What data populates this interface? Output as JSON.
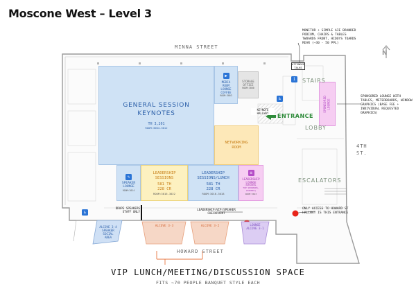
{
  "title": "Moscone West – Level 3",
  "streets": {
    "north": "MINNA STREET",
    "south": "HOWARD STREET",
    "east": "4TH ST."
  },
  "north_arrow": "N",
  "notes": {
    "monitor": "MONITOR + SIMPLE AIE BRANDED PODIUM, CHAIRS & TABLES TWOARDS FRONT, HIDOYS TOARDS REAR (~30 - 50 PPL)",
    "attendee_talks": "ATTENDEE TALKS",
    "sponsored_lounge_note": "SPONSORED LOUNGE WITH TABLES, METERBOARDS, WINDOW GRAPHICS (BASE FEE + INDIVIDUAL REQUESTED GRAPHICS)",
    "howard_access": "ONLY ACCESS TO HOWARD ST HALLWAY IS THIS ENTRANCE",
    "drape": "DRAPE SPEAKERS STAFF ONLY",
    "checkpoint": "LEADERSHIP/VIP/SPEAKER CHECKPOINT",
    "keynote_hallway": "KEYNOTE HALLWAY"
  },
  "rooms": {
    "general": {
      "name": "GENERAL SESSION\nKEYNOTES",
      "cap": "TH 3,201",
      "room": "ROOM:3004-3012"
    },
    "media": {
      "name": "MEDIA\nROOM",
      "sub": "LOUNGE\nCOFFEE",
      "room": "ROOM:3003"
    },
    "storage": {
      "name": "STORAGE\nOFFICE",
      "room": "ROOM:3000"
    },
    "networking": {
      "name": "NETWORKING\nROOM"
    },
    "speaker_lounge": {
      "name": "SPEAKER\nLOUNGE",
      "room": "ROOM:3014"
    },
    "leadership": {
      "name": "LEADERSHIP\nSESSIONS",
      "cap": "581 TH\n228 CR",
      "room": "ROOM:3016-3022"
    },
    "leadership_lunch": {
      "name": "LEADERSHIP\nSESSIONS/LUNCH",
      "cap": "581 TH\n228 CR",
      "room": "ROOM:3016-3018"
    },
    "leadership_lounge": {
      "name": "LEADERSHIP\nLOUNGE",
      "sub": "(SPEAKERS,\nTOP SPONSORS,\nLEADERS)",
      "room": "ROOM:3013"
    },
    "sponsored_lounge": {
      "name": "SPONSORED\nLOUNGE"
    },
    "alcove4": {
      "name": "ALCOVE 3-4\nSPEAKER\nSOCIAL\nAREA"
    },
    "alcove3": {
      "name": "ALCOVE 3-3"
    },
    "alcove2": {
      "name": "ALCOVE 3-2"
    },
    "alcove1": {
      "name": "LOUNGE\nALCOVE 3-1"
    }
  },
  "areas": {
    "entrance": "ENTRANCE",
    "lobby": "LOBBY",
    "stairs": "STAIRS",
    "escalators": "ESCALATORS"
  },
  "vip": {
    "title": "VIP LUNCH/MEETING/DISCUSSION SPACE",
    "subtitle": "FITS ~70 PEOPLE BANQUET STYLE EACH"
  },
  "colors": {
    "general": "#cfe2f5",
    "leadership": "#fdf1c0",
    "networking": "#fde8b8",
    "lounge_pink": "#f6cdf2",
    "alcove_orange": "#f6d7c6",
    "alcove_blue": "#cfe0f5",
    "alcove_purple": "#dccdf3",
    "entrance_green": "#2e8b3a",
    "access_red": "#e8241a"
  }
}
